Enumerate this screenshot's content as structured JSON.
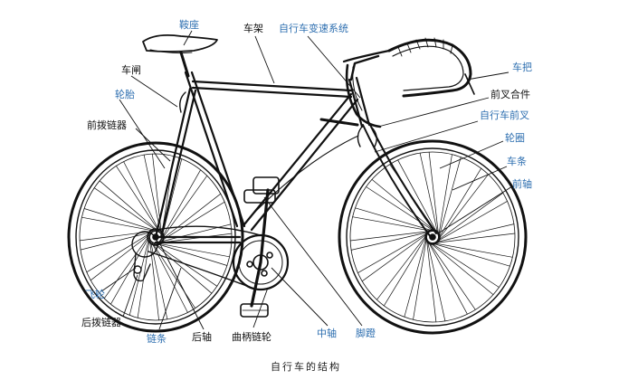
{
  "colors": {
    "blue_label": "#2e6fb0",
    "black_label": "#111111",
    "line_art": "#111111"
  },
  "caption": "自行车的结构",
  "labels": {
    "saddle": "鞍座",
    "frame": "车架",
    "derailleur_system": "自行车变速系统",
    "brake": "车闸",
    "handlebar": "车把",
    "tire": "轮胎",
    "headset": "前叉合件",
    "front_fork": "自行车前叉",
    "front_derailleur": "前拨链器",
    "rim": "轮圈",
    "spokes": "车条",
    "front_axle": "前轴",
    "freewheel": "飞轮",
    "rear_derailleur": "后拨链器",
    "chain": "链条",
    "rear_axle": "后轴",
    "crankset": "曲柄链轮",
    "bottom_bracket": "中轴",
    "pedal": "脚蹬"
  }
}
